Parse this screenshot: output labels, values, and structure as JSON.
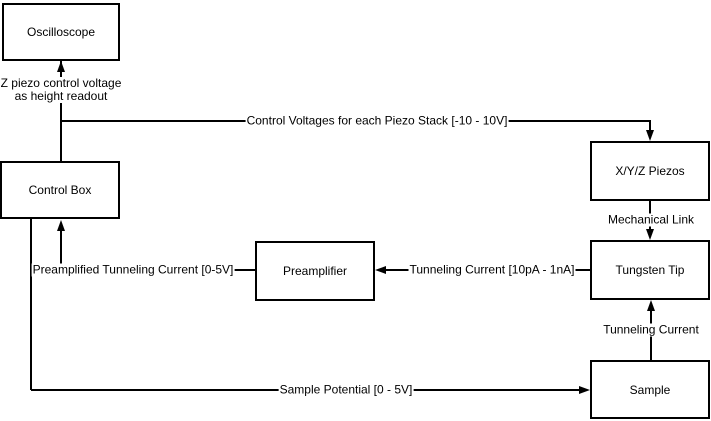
{
  "diagram": {
    "boxes": {
      "oscilloscope": "Oscilloscope",
      "control_box": "Control Box",
      "preamplifier": "Preamplifier",
      "xyz_piezos": "X/Y/Z Piezos",
      "tungsten_tip": "Tungsten Tip",
      "sample": "Sample"
    },
    "edge_labels": {
      "z_piezo_line1": "Z piezo control voltage",
      "z_piezo_line2": "as height readout",
      "control_voltages": "Control Voltages for each Piezo Stack [-10 - 10V]",
      "mechanical_link": "Mechanical Link",
      "tunneling_range": "Tunneling Current [10pA - 1nA]",
      "preamplified": "Preamplified Tunneling Current [0-5V]",
      "sample_potential": "Sample Potential [0 - 5V]",
      "tunneling_current": "Tunneling Current"
    },
    "colors": {
      "stroke": "#000000",
      "box_fill": "#ffffff",
      "background": "#ffffff",
      "text": "#000000"
    }
  }
}
